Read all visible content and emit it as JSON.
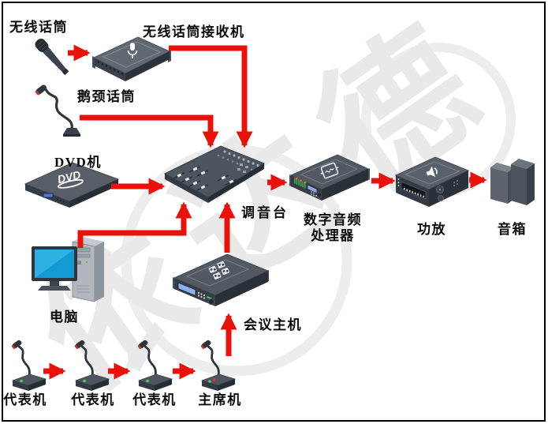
{
  "diagram": {
    "watermark": "依达德",
    "arrow_color": "#e8120b",
    "nodes": {
      "wireless_mic": {
        "label": "无线话筒"
      },
      "receiver": {
        "label": "无线话筒接收机"
      },
      "gooseneck_mic": {
        "label": "鹅颈话筒"
      },
      "dvd": {
        "label": "DVD机",
        "logo": "DVD"
      },
      "mixer": {
        "label": "调音台"
      },
      "processor": {
        "label": "数字音频处理器",
        "label_line1": "数字音频",
        "label_line2": "处理器"
      },
      "amplifier": {
        "label": "功放"
      },
      "speakers": {
        "label": "音箱"
      },
      "computer": {
        "label": "电脑"
      },
      "conference_host": {
        "label": "会议主机"
      },
      "delegate_1": {
        "label": "代表机"
      },
      "delegate_2": {
        "label": "代表机"
      },
      "delegate_3": {
        "label": "代表机"
      },
      "chairman": {
        "label": "主席机"
      }
    },
    "connections": [
      {
        "from": "无线话筒",
        "to": "无线话筒接收机"
      },
      {
        "from": "无线话筒接收机",
        "to": "调音台"
      },
      {
        "from": "鹅颈话筒",
        "to": "调音台"
      },
      {
        "from": "DVD机",
        "to": "调音台"
      },
      {
        "from": "电脑",
        "to": "调音台"
      },
      {
        "from": "会议主机",
        "to": "调音台"
      },
      {
        "from": "调音台",
        "to": "数字音频处理器"
      },
      {
        "from": "数字音频处理器",
        "to": "功放"
      },
      {
        "from": "功放",
        "to": "音箱"
      },
      {
        "from": "代表机(1)",
        "to": "代表机(2)"
      },
      {
        "from": "代表机(2)",
        "to": "代表机(3)"
      },
      {
        "from": "代表机(3)",
        "to": "主席机"
      },
      {
        "from": "主席机",
        "to": "会议主机"
      }
    ]
  }
}
